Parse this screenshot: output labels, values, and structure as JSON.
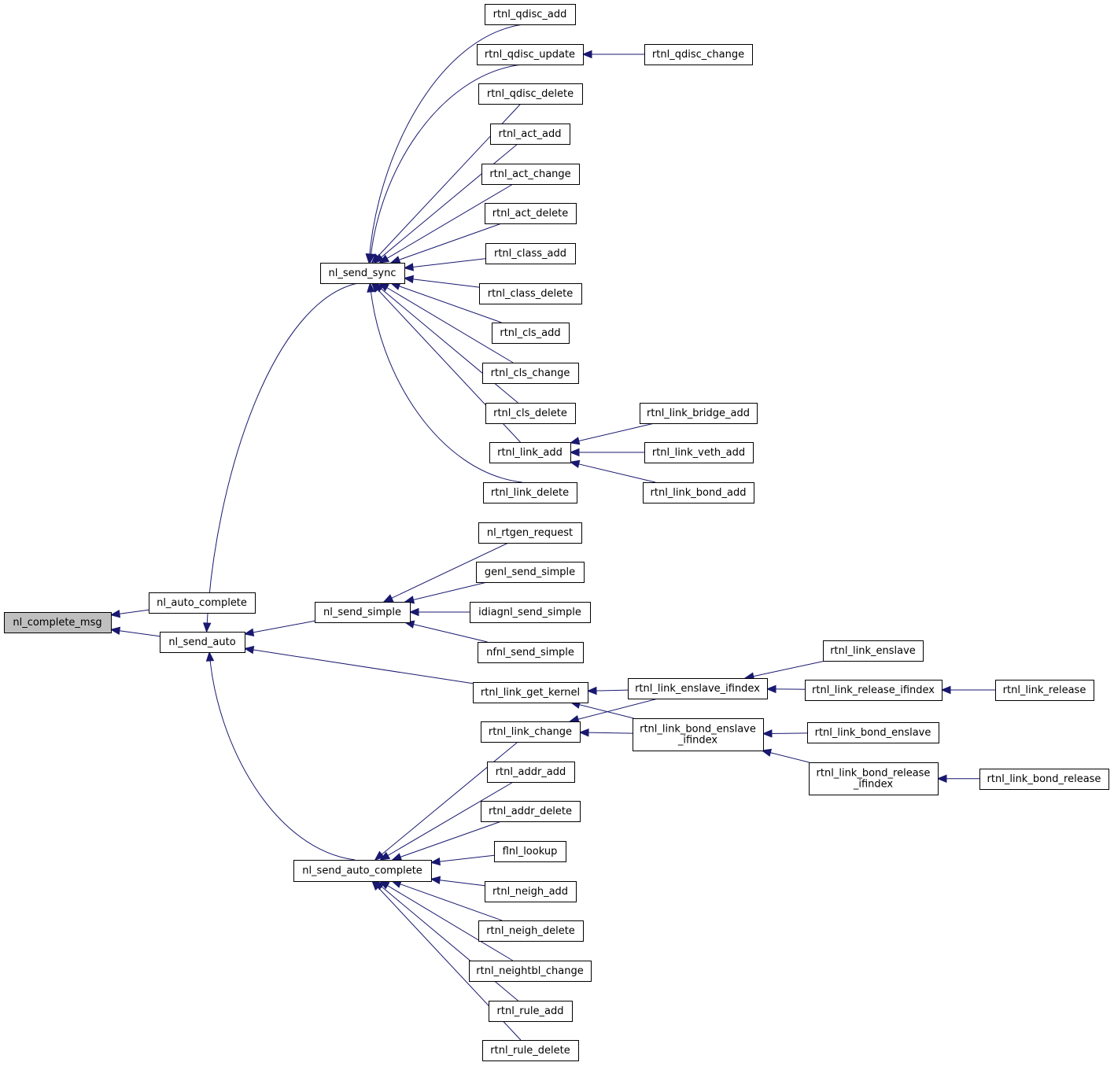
{
  "colors": {
    "edge": "#191970",
    "node_fill": "#ffffff",
    "focus_fill": "#bfbfbf",
    "border": "#000000"
  },
  "nodes": [
    {
      "id": "nl_complete_msg",
      "lines": [
        "nl_complete_msg"
      ],
      "focus": true
    },
    {
      "id": "nl_auto_complete",
      "lines": [
        "nl_auto_complete"
      ]
    },
    {
      "id": "nl_send_auto",
      "lines": [
        "nl_send_auto"
      ]
    },
    {
      "id": "nl_send_sync",
      "lines": [
        "nl_send_sync"
      ]
    },
    {
      "id": "nl_send_simple",
      "lines": [
        "nl_send_simple"
      ]
    },
    {
      "id": "nl_send_auto_complete",
      "lines": [
        "nl_send_auto_complete"
      ]
    },
    {
      "id": "rtnl_qdisc_add",
      "lines": [
        "rtnl_qdisc_add"
      ]
    },
    {
      "id": "rtnl_qdisc_update",
      "lines": [
        "rtnl_qdisc_update"
      ]
    },
    {
      "id": "rtnl_qdisc_change",
      "lines": [
        "rtnl_qdisc_change"
      ]
    },
    {
      "id": "rtnl_qdisc_delete",
      "lines": [
        "rtnl_qdisc_delete"
      ]
    },
    {
      "id": "rtnl_act_add",
      "lines": [
        "rtnl_act_add"
      ]
    },
    {
      "id": "rtnl_act_change",
      "lines": [
        "rtnl_act_change"
      ]
    },
    {
      "id": "rtnl_act_delete",
      "lines": [
        "rtnl_act_delete"
      ]
    },
    {
      "id": "rtnl_class_add",
      "lines": [
        "rtnl_class_add"
      ]
    },
    {
      "id": "rtnl_class_delete",
      "lines": [
        "rtnl_class_delete"
      ]
    },
    {
      "id": "rtnl_cls_add",
      "lines": [
        "rtnl_cls_add"
      ]
    },
    {
      "id": "rtnl_cls_change",
      "lines": [
        "rtnl_cls_change"
      ]
    },
    {
      "id": "rtnl_cls_delete",
      "lines": [
        "rtnl_cls_delete"
      ]
    },
    {
      "id": "rtnl_link_add",
      "lines": [
        "rtnl_link_add"
      ]
    },
    {
      "id": "rtnl_link_bridge_add",
      "lines": [
        "rtnl_link_bridge_add"
      ]
    },
    {
      "id": "rtnl_link_veth_add",
      "lines": [
        "rtnl_link_veth_add"
      ]
    },
    {
      "id": "rtnl_link_bond_add",
      "lines": [
        "rtnl_link_bond_add"
      ]
    },
    {
      "id": "rtnl_link_delete",
      "lines": [
        "rtnl_link_delete"
      ]
    },
    {
      "id": "nl_rtgen_request",
      "lines": [
        "nl_rtgen_request"
      ]
    },
    {
      "id": "genl_send_simple",
      "lines": [
        "genl_send_simple"
      ]
    },
    {
      "id": "idiagnl_send_simple",
      "lines": [
        "idiagnl_send_simple"
      ]
    },
    {
      "id": "nfnl_send_simple",
      "lines": [
        "nfnl_send_simple"
      ]
    },
    {
      "id": "rtnl_link_get_kernel",
      "lines": [
        "rtnl_link_get_kernel"
      ]
    },
    {
      "id": "rtnl_link_enslave_ifindex",
      "lines": [
        "rtnl_link_enslave_ifindex"
      ]
    },
    {
      "id": "rtnl_link_enslave",
      "lines": [
        "rtnl_link_enslave"
      ]
    },
    {
      "id": "rtnl_link_release_ifindex",
      "lines": [
        "rtnl_link_release_ifindex"
      ]
    },
    {
      "id": "rtnl_link_release",
      "lines": [
        "rtnl_link_release"
      ]
    },
    {
      "id": "rtnl_link_change",
      "lines": [
        "rtnl_link_change"
      ]
    },
    {
      "id": "rtnl_link_bond_enslave_ifindex",
      "lines": [
        "rtnl_link_bond_enslave",
        "_ifindex"
      ]
    },
    {
      "id": "rtnl_link_bond_enslave",
      "lines": [
        "rtnl_link_bond_enslave"
      ]
    },
    {
      "id": "rtnl_link_bond_release_ifindex",
      "lines": [
        "rtnl_link_bond_release",
        "_ifindex"
      ]
    },
    {
      "id": "rtnl_link_bond_release",
      "lines": [
        "rtnl_link_bond_release"
      ]
    },
    {
      "id": "rtnl_addr_add",
      "lines": [
        "rtnl_addr_add"
      ]
    },
    {
      "id": "rtnl_addr_delete",
      "lines": [
        "rtnl_addr_delete"
      ]
    },
    {
      "id": "flnl_lookup",
      "lines": [
        "flnl_lookup"
      ]
    },
    {
      "id": "rtnl_neigh_add",
      "lines": [
        "rtnl_neigh_add"
      ]
    },
    {
      "id": "rtnl_neigh_delete",
      "lines": [
        "rtnl_neigh_delete"
      ]
    },
    {
      "id": "rtnl_neightbl_change",
      "lines": [
        "rtnl_neightbl_change"
      ]
    },
    {
      "id": "rtnl_rule_add",
      "lines": [
        "rtnl_rule_add"
      ]
    },
    {
      "id": "rtnl_rule_delete",
      "lines": [
        "rtnl_rule_delete"
      ]
    }
  ],
  "edges": [
    {
      "from": "nl_auto_complete",
      "to": "nl_complete_msg"
    },
    {
      "from": "nl_send_auto",
      "to": "nl_complete_msg"
    },
    {
      "from": "nl_send_sync",
      "to": "nl_send_auto"
    },
    {
      "from": "nl_send_simple",
      "to": "nl_send_auto"
    },
    {
      "from": "rtnl_link_get_kernel",
      "to": "nl_send_auto"
    },
    {
      "from": "nl_send_auto_complete",
      "to": "nl_send_auto"
    },
    {
      "from": "rtnl_qdisc_add",
      "to": "nl_send_sync"
    },
    {
      "from": "rtnl_qdisc_update",
      "to": "nl_send_sync"
    },
    {
      "from": "rtnl_qdisc_change",
      "to": "rtnl_qdisc_update"
    },
    {
      "from": "rtnl_qdisc_delete",
      "to": "nl_send_sync"
    },
    {
      "from": "rtnl_act_add",
      "to": "nl_send_sync"
    },
    {
      "from": "rtnl_act_change",
      "to": "nl_send_sync"
    },
    {
      "from": "rtnl_act_delete",
      "to": "nl_send_sync"
    },
    {
      "from": "rtnl_class_add",
      "to": "nl_send_sync"
    },
    {
      "from": "rtnl_class_delete",
      "to": "nl_send_sync"
    },
    {
      "from": "rtnl_cls_add",
      "to": "nl_send_sync"
    },
    {
      "from": "rtnl_cls_change",
      "to": "nl_send_sync"
    },
    {
      "from": "rtnl_cls_delete",
      "to": "nl_send_sync"
    },
    {
      "from": "rtnl_link_add",
      "to": "nl_send_sync"
    },
    {
      "from": "rtnl_link_delete",
      "to": "nl_send_sync"
    },
    {
      "from": "rtnl_link_bridge_add",
      "to": "rtnl_link_add"
    },
    {
      "from": "rtnl_link_veth_add",
      "to": "rtnl_link_add"
    },
    {
      "from": "rtnl_link_bond_add",
      "to": "rtnl_link_add"
    },
    {
      "from": "nl_rtgen_request",
      "to": "nl_send_simple"
    },
    {
      "from": "genl_send_simple",
      "to": "nl_send_simple"
    },
    {
      "from": "idiagnl_send_simple",
      "to": "nl_send_simple"
    },
    {
      "from": "nfnl_send_simple",
      "to": "nl_send_simple"
    },
    {
      "from": "rtnl_link_enslave_ifindex",
      "to": "rtnl_link_get_kernel"
    },
    {
      "from": "rtnl_link_bond_enslave_ifindex",
      "to": "rtnl_link_get_kernel"
    },
    {
      "from": "rtnl_link_enslave_ifindex",
      "to": "rtnl_link_change"
    },
    {
      "from": "rtnl_link_bond_enslave_ifindex",
      "to": "rtnl_link_change"
    },
    {
      "from": "rtnl_link_enslave",
      "to": "rtnl_link_enslave_ifindex"
    },
    {
      "from": "rtnl_link_release_ifindex",
      "to": "rtnl_link_enslave_ifindex"
    },
    {
      "from": "rtnl_link_release",
      "to": "rtnl_link_release_ifindex"
    },
    {
      "from": "rtnl_link_bond_enslave",
      "to": "rtnl_link_bond_enslave_ifindex"
    },
    {
      "from": "rtnl_link_bond_release_ifindex",
      "to": "rtnl_link_bond_enslave_ifindex"
    },
    {
      "from": "rtnl_link_bond_release",
      "to": "rtnl_link_bond_release_ifindex"
    },
    {
      "from": "rtnl_link_change",
      "to": "nl_send_auto_complete"
    },
    {
      "from": "rtnl_addr_add",
      "to": "nl_send_auto_complete"
    },
    {
      "from": "rtnl_addr_delete",
      "to": "nl_send_auto_complete"
    },
    {
      "from": "flnl_lookup",
      "to": "nl_send_auto_complete"
    },
    {
      "from": "rtnl_neigh_add",
      "to": "nl_send_auto_complete"
    },
    {
      "from": "rtnl_neigh_delete",
      "to": "nl_send_auto_complete"
    },
    {
      "from": "rtnl_neightbl_change",
      "to": "nl_send_auto_complete"
    },
    {
      "from": "rtnl_rule_add",
      "to": "nl_send_auto_complete"
    },
    {
      "from": "rtnl_rule_delete",
      "to": "nl_send_auto_complete"
    }
  ]
}
